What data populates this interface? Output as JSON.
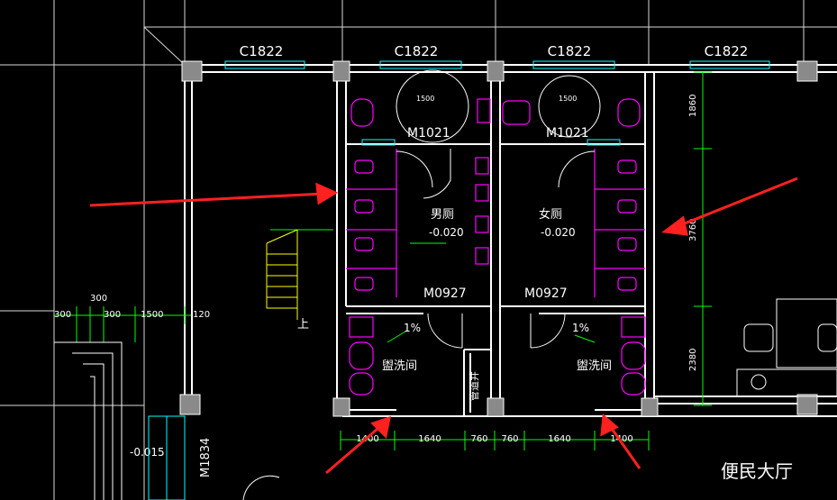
{
  "window_labels": [
    "C1822",
    "C1822",
    "C1822",
    "C1822"
  ],
  "door_labels": {
    "top_left": "M1021",
    "top_right": "M1021",
    "mid_left": "M0927",
    "mid_right": "M0927",
    "bottom_left": "M1834"
  },
  "door_swing_dims": [
    "1500",
    "1500"
  ],
  "rooms": {
    "men_toilet": "男厕",
    "women_toilet": "女厕",
    "wash_left": "盥洗间",
    "wash_right": "盥洗间",
    "shaft": "管道井",
    "hall": "便民大厅"
  },
  "elevations": {
    "men": "-0.020",
    "women": "-0.020",
    "entry": "-0.015"
  },
  "slopes": [
    "1%",
    "1%"
  ],
  "stair_label": "上",
  "dims_bottom": [
    "1400",
    "1640",
    "760",
    "760",
    "1640",
    "1400"
  ],
  "dims_right": [
    "1860",
    "3760",
    "2380"
  ],
  "dims_left": [
    "300",
    "300",
    "300",
    "1500",
    "120"
  ],
  "colors": {
    "wall": "#ffffff",
    "fixture": "#ff00ff",
    "dimension": "#00ff00",
    "window": "#00ffff",
    "annotation": "#ffff00",
    "arrow": "#ff2020",
    "grid": "#c0c0c0"
  }
}
